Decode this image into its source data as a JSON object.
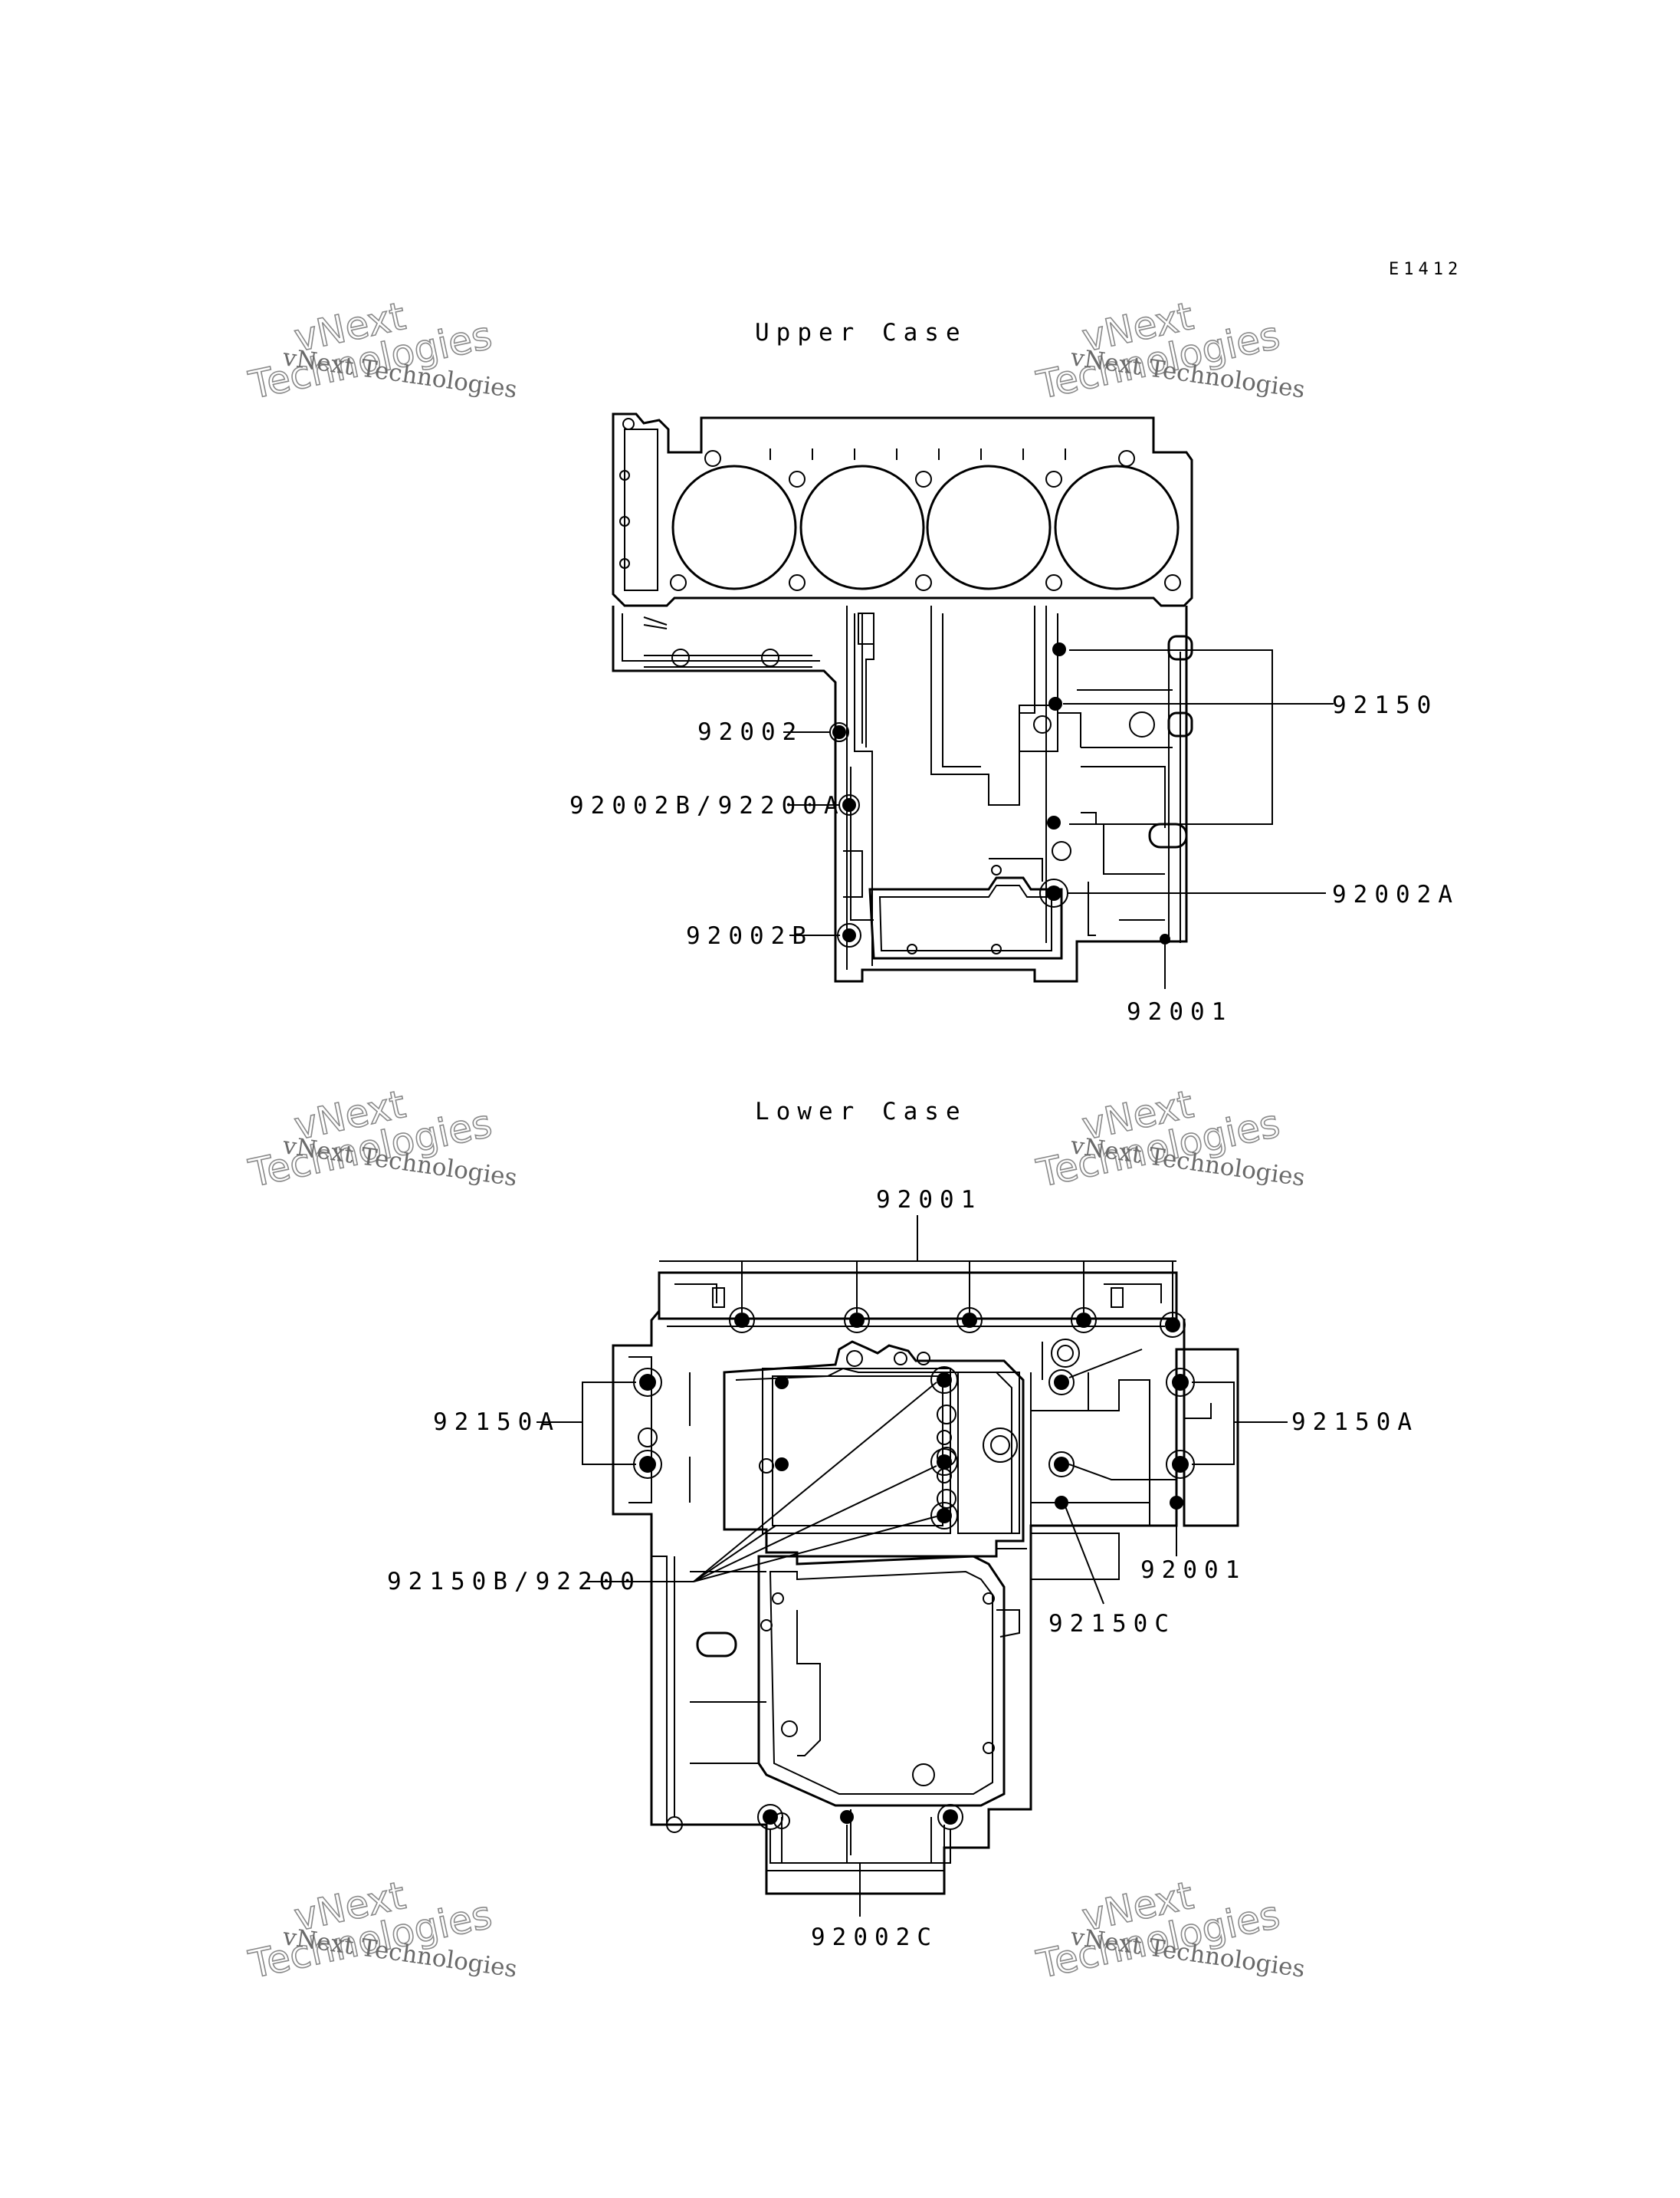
{
  "diagram_ref": "E1412",
  "sections": {
    "upper": {
      "title": "Upper Case",
      "callouts": [
        "92002",
        "92002B/92200A",
        "92002B",
        "92150",
        "92002A",
        "92001"
      ]
    },
    "lower": {
      "title": "Lower Case",
      "callouts": [
        "92001",
        "92150A",
        "92150A",
        "92150B/92200",
        "92001",
        "92150C",
        "92002C"
      ]
    }
  },
  "watermark": {
    "line1": "vNext",
    "line2": "vNext Technologies",
    "line3": "Technologies"
  },
  "colors": {
    "ink": "#000000",
    "watermark": "#8a8a8a"
  }
}
